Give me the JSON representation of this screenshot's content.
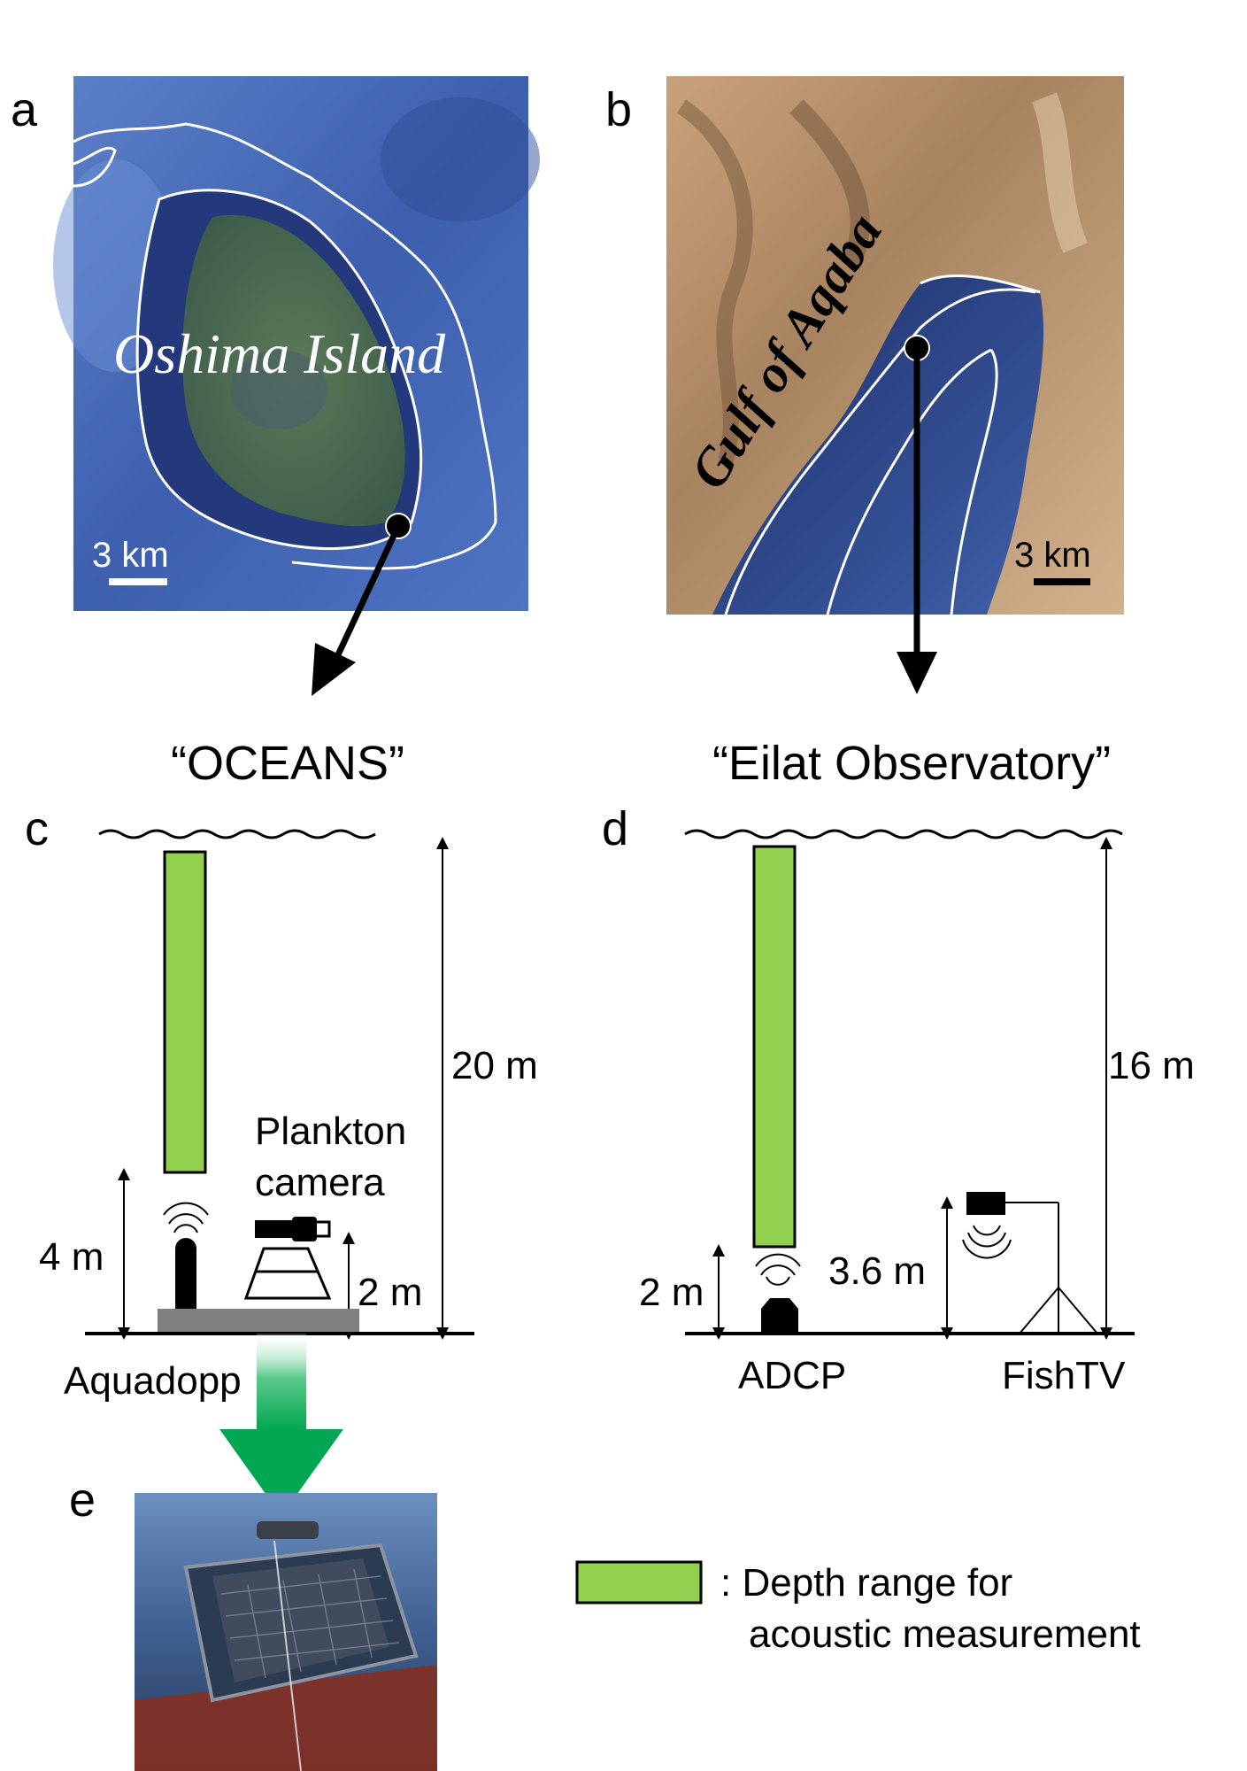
{
  "panels": {
    "a": {
      "letter": "a",
      "place": "Oshima Island",
      "scale": "3 km"
    },
    "b": {
      "letter": "b",
      "place": "Gulf of Aqaba",
      "scale": "3 km"
    },
    "c": {
      "letter": "c",
      "site": "“OCEANS”",
      "total_depth": "20 m",
      "sensor_height": "4 m",
      "camera_height": "2 m",
      "camera_label_1": "Plankton",
      "camera_label_2": "camera",
      "instrument": "Aquadopp"
    },
    "d": {
      "letter": "d",
      "site": "“Eilat Observatory”",
      "total_depth": "16 m",
      "sensor_height": "2 m",
      "fish_height": "3.6 m",
      "instrument_1": "ADCP",
      "instrument_2": "FishTV"
    },
    "e": {
      "letter": "e"
    }
  },
  "legend": {
    "text_1": ": Depth range for",
    "text_2": "acoustic measurement"
  },
  "colors": {
    "depth_bar": "#92d050",
    "arrow_green": "#00a651",
    "platform": "#808080"
  },
  "icons": [
    "transducer-icon",
    "camera-icon",
    "wave-surface-icon"
  ]
}
